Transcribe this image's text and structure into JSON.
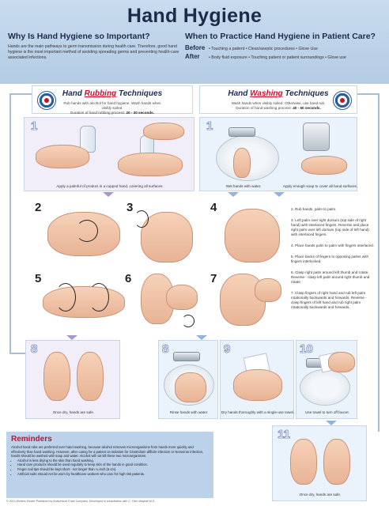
{
  "header": {
    "title": "Hand Hygiene",
    "why_heading": "Why Is Hand Hygiene so Important?",
    "why_text": "Hands are the main pathways to germ transmission during health care. Therefore, good hand hygiene is the most important method of avoiding spreading germs and preventing health-care associated infections.",
    "when_heading": "When to Practice Hand Hygiene in Patient Care?",
    "before_label": "Before",
    "before_text": "• Touching a patient  • Clean/aseptic procedures  • Glove Use",
    "after_label": "After",
    "after_text": "• Body fluid exposure  • Touching patient or patient surroundings  • Glove use"
  },
  "rubbing": {
    "title_accent": "Rubbing",
    "title_prefix": "Hand ",
    "title_suffix": " Techniques",
    "sub_line1": "Rub hands with alcohol for hand hygiene. Wash hands when visibly soiled.",
    "sub_line2_prefix": "Duration of hand rubbing process: ",
    "sub_line2_bold": "20 - 30 seconds."
  },
  "washing": {
    "title_accent": "Washing",
    "title_prefix": "Hand ",
    "title_suffix": " Techniques",
    "sub_line1": "Wash hands when visibly soiled. Otherwise, use hand rub.",
    "sub_line2_prefix": "Duration of hand washing process: ",
    "sub_line2_bold": "40 - 60 seconds."
  },
  "steps": {
    "rub1": {
      "num": "1",
      "caption": "Apply a palmful of product in a cupped hand, covering all surfaces."
    },
    "wash1": {
      "num": "1",
      "caption_a": "Wet hands with water.",
      "caption_b": "Apply enough soap to cover all hand surfaces."
    },
    "s2": "2",
    "s3": "3",
    "s4": "4",
    "s5": "5",
    "s6": "6",
    "s7": "7",
    "rub8": {
      "num": "8",
      "caption": "Once dry, hands are safe."
    },
    "wash8": {
      "num": "8",
      "caption": "Rinse hands with water."
    },
    "wash9": {
      "num": "9",
      "caption": "Dry hands thoroughly with a single-use towel."
    },
    "wash10": {
      "num": "10",
      "caption": "Use towel to turn off faucet."
    },
    "wash11": {
      "num": "11",
      "caption": "Once dry, hands are safe."
    }
  },
  "steps_list": [
    "2. Rub hands, palm to palm.",
    "3. Left palm over right dorsum (top side of right hand) with interlaced fingers. Reverse and place right palm over left dorsum (top side of left hand) with interlaced fingers.",
    "4. Place hands palm to palm with fingers interlaced.",
    "5. Place backs of fingers to opposing palms with fingers interlocked.",
    "6. Clasp right palm around left thumb and rotate. Reverse - clasp left palm around right thumb and rotate.",
    "7. Clasp fingers of right hand and rub left palm rotationally backwards and forwards. Reverse - clasp fingers of left hand and rub right palm rotationally backwards and forwards."
  ],
  "reminders": {
    "title": "Reminders",
    "body": "Alcohol hand rubs are preferred over hand washing, because alcohol removes microorganisms from hands more quickly and effectively than hand washing. However, after caring for a patient on isolation for Clostridium difficile infection or Norovirus infection, hands should be washed with soap and water. Alcohol will not kill these two microorganisms.",
    "items": [
      "Alcohol is less drying to the skin than hand washing.",
      "Hand care products should be used regularly to keep skin of the hands in good condition.",
      "Finger nail tips should be kept short - not longer than ¼ inch (6 cm).",
      "Artificial nails should not be worn by healthcare workers who care for high risk patients."
    ]
  },
  "footer": "© 2014  Wolters Kluwer  Published by Anatomical Chart Company. Developed in consultation with C. Glen Mayhall M.D."
}
